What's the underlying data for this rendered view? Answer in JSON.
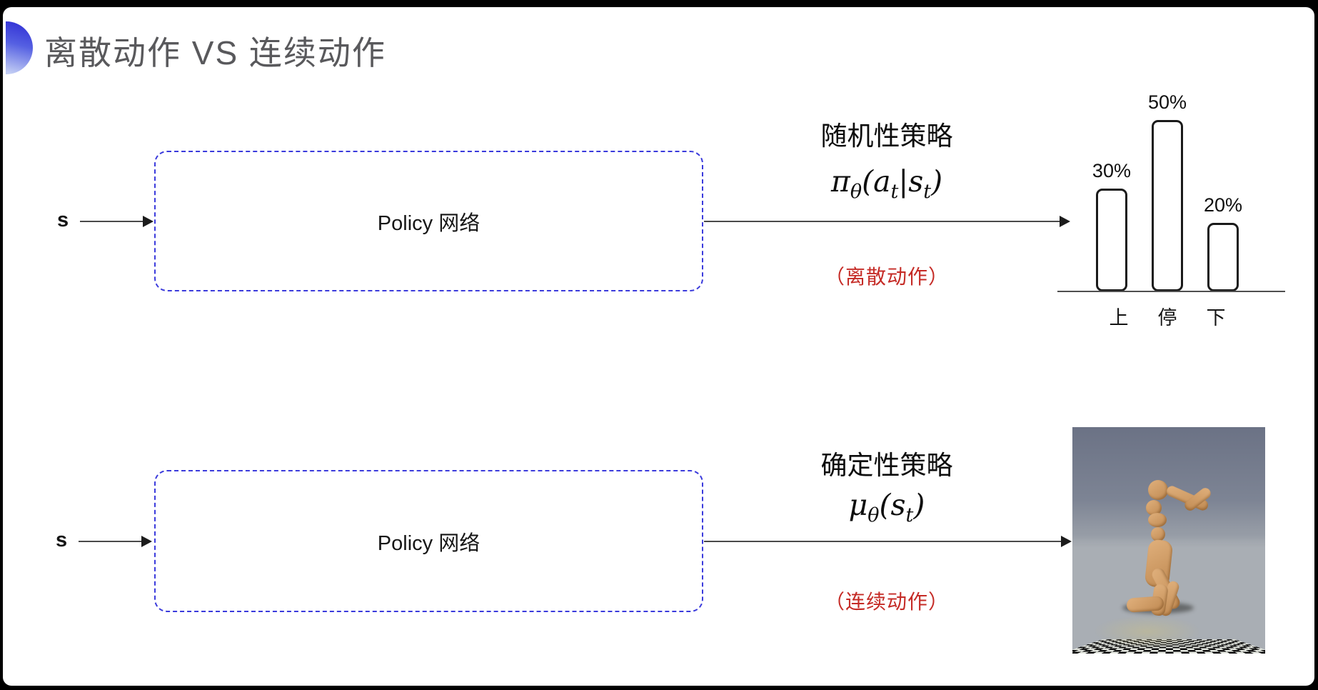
{
  "title": {
    "text": "离散动作 VS 连续动作"
  },
  "top_flow": {
    "input_label": "s",
    "box_label": "Policy 网络",
    "policy_type": "随机性策略",
    "formula": {
      "base": "π",
      "base_sub": "θ",
      "open": "(",
      "arg1": "a",
      "arg1_sub": "t",
      "pipe": "|",
      "arg2": "s",
      "arg2_sub": "t",
      "close": ")"
    },
    "action_type": "（离散动作）"
  },
  "bottom_flow": {
    "input_label": "s",
    "box_label": "Policy 网络",
    "policy_type": "确定性策略",
    "formula": {
      "base": "μ",
      "base_sub": "θ",
      "open": "(",
      "arg1": "s",
      "arg1_sub": "t",
      "close": ")"
    },
    "action_type": "（连续动作）"
  },
  "chart_data": {
    "type": "bar",
    "categories": [
      "上",
      "停",
      "下"
    ],
    "values": [
      30,
      50,
      20
    ],
    "value_labels": [
      "30%",
      "50%",
      "20%"
    ],
    "title": "",
    "xlabel": "",
    "ylabel": "",
    "ylim": [
      0,
      60
    ],
    "grid": false,
    "legend": "none",
    "note": "action probability distribution of stochastic policy"
  },
  "colors": {
    "box_border_blue": "#3b3bdc",
    "accent_icon_blue": "#3434d6",
    "action_red": "#c52b26",
    "title_gray": "#59595c",
    "line_dark": "#1c1c1c"
  }
}
